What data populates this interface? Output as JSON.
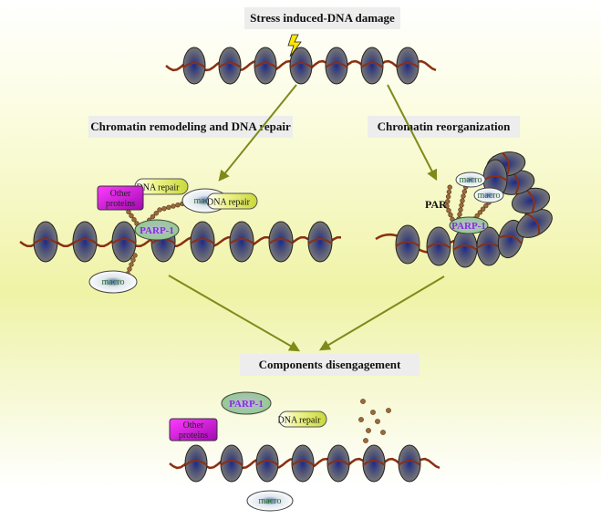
{
  "titles": {
    "top": "Stress induced-DNA damage",
    "left": "Chromatin remodeling and DNA repair",
    "right": "Chromatin reorganization",
    "bottom": "Components disengagement"
  },
  "labels": {
    "parp1": "PARP-1",
    "macro": "macro",
    "dna_repair": "DNA repair",
    "other_line1": "Other",
    "other_line2": "proteins",
    "par": "PAR"
  },
  "colors": {
    "arrow": "#7f8a1a",
    "dna_strand": "#8b2f12",
    "parp_fill": "#9fc99a",
    "parp_text": "#8a2be2",
    "other_fill": "#c020c0",
    "dna_repair_fill": "#e6ee6e",
    "par_bead": "#9b6a3c"
  },
  "icons": [
    "lightning-bolt-icon"
  ]
}
